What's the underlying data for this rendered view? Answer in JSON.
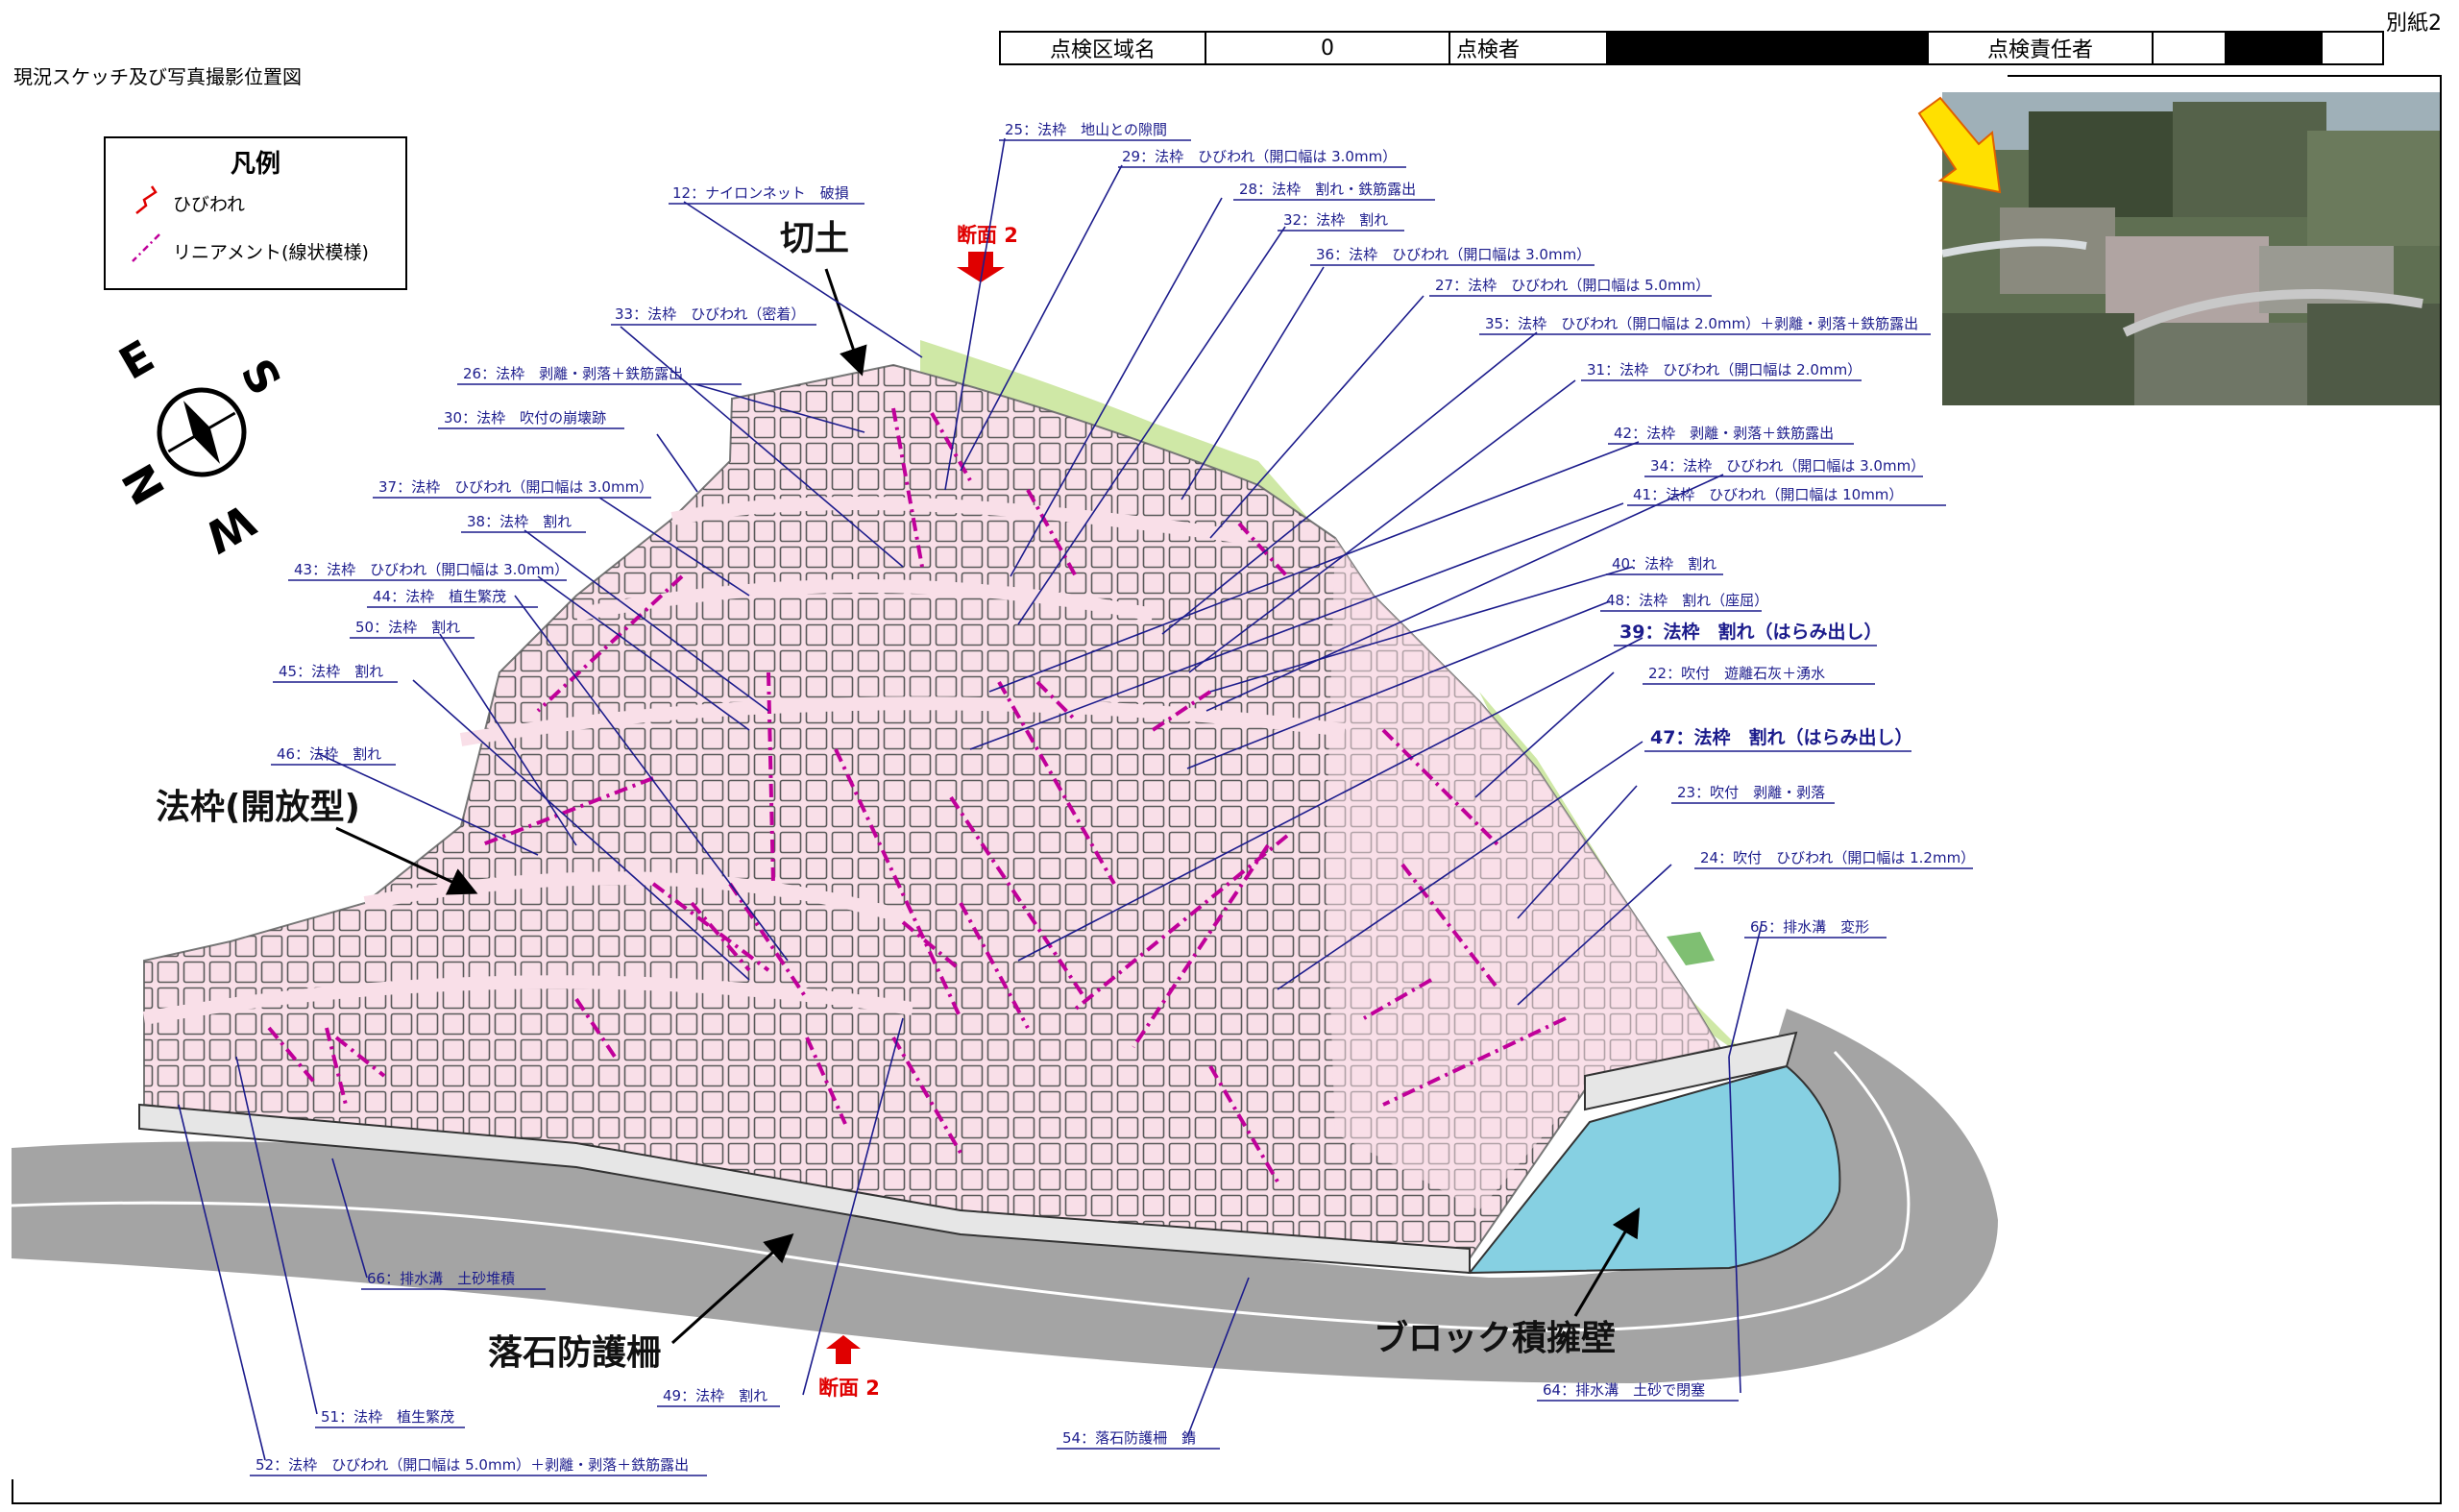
{
  "sheet_label": "別紙2",
  "page_title": "現況スケッチ及び写真撮影位置図",
  "header": {
    "area_label": "点検区域名",
    "area_value": "0",
    "inspector_label": "点検者",
    "inspector_value": "",
    "chief_label": "点検責任者",
    "chief_value": ""
  },
  "legend": {
    "title": "凡例",
    "items": [
      {
        "label": "ひびわれ",
        "color": "#e00000",
        "icon": "crack-icon"
      },
      {
        "label": "リニアメント(線状模様)",
        "color": "#c0009a",
        "icon": "lineament-icon"
      }
    ]
  },
  "compass": {
    "north": "N",
    "south": "S",
    "east": "E",
    "west": "W"
  },
  "big_labels": {
    "cut_earth": "切土",
    "slope_frame": "法枠(開放型)",
    "rockfall_fence": "落石防護柵",
    "block_wall": "ブロック積擁壁"
  },
  "section_marks": {
    "top": "断面 2",
    "bottom": "断面 2"
  },
  "callouts": [
    "25：法枠　地山との隙間",
    "12：ナイロンネット　破損",
    "29：法枠　ひびわれ（開口幅は 3.0mm）",
    "28：法枠　割れ・鉄筋露出",
    "32：法枠　割れ",
    "36：法枠　ひびわれ（開口幅は 3.0mm）",
    "27：法枠　ひびわれ（開口幅は 5.0mm）",
    "33：法枠　ひびわれ（密着）",
    "35：法枠　ひびわれ（開口幅は 2.0mm）＋剥離・剥落＋鉄筋露出",
    "26：法枠　剥離・剥落＋鉄筋露出",
    "31：法枠　ひびわれ（開口幅は 2.0mm）",
    "30：法枠　吹付の崩壊跡",
    "42：法枠　剥離・剥落＋鉄筋露出",
    "34：法枠　ひびわれ（開口幅は 3.0mm）",
    "37：法枠　ひびわれ（開口幅は 3.0mm）",
    "41：法枠　ひびわれ（開口幅は 10mm）",
    "38：法枠　割れ",
    "40：法枠　割れ",
    "43：法枠　ひびわれ（開口幅は 3.0mm）",
    "44：法枠　植生繁茂",
    "48：法枠　割れ（座屈）",
    "50：法枠　割れ",
    "39：法枠　割れ（はらみ出し）",
    "22：吹付　遊離石灰＋湧水",
    "45：法枠　割れ",
    "46：法枠　割れ",
    "47：法枠　割れ（はらみ出し）",
    "23：吹付　剥離・剥落",
    "24：吹付　ひびわれ（開口幅は 1.2mm）",
    "65：排水溝　変形",
    "66：排水溝　土砂堆積",
    "49：法枠　割れ",
    "51：法枠　植生繁茂",
    "64：排水溝　土砂で閉塞",
    "54：落石防護柵　錆",
    "52：法枠　ひびわれ（開口幅は 5.0mm）＋剥離・剥落＋鉄筋露出"
  ],
  "colors": {
    "slope_fill": "#f9dfe8",
    "grid_line": "#5a5a5a",
    "vegetation": "#cfe8a6",
    "road": "#a4a4a4",
    "block_wall": "#86d0e2",
    "crack": "#c0009a",
    "callout": "#1c1c8c",
    "arrow_yellow": "#ffe000"
  }
}
